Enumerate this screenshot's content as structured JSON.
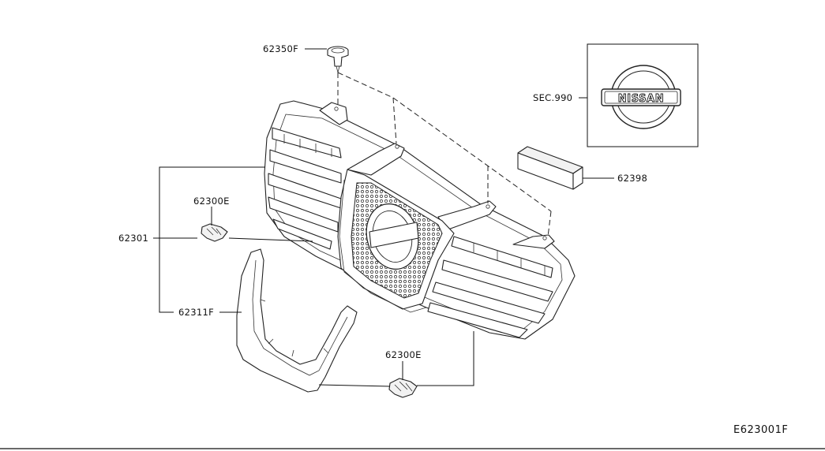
{
  "diagram": {
    "labels": {
      "clip_top": "62350F",
      "emblem_section": "SEC.990",
      "emblem_text": "NISSAN",
      "foam_pad": "62398",
      "clip_left": "62300E",
      "grille_assembly": "62301",
      "molding": "62311F",
      "clip_bottom": "62300E",
      "figure_code": "E623001F"
    }
  }
}
